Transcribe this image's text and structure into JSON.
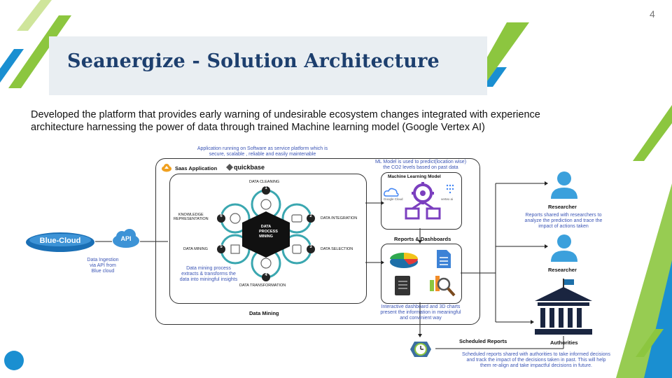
{
  "slide": {
    "page_number": "4",
    "title": "Seanergize - Solution Architecture",
    "description_lines": [
      "Developed the platform that provides early warning of undesirable ecosystem changes integrated with experience",
      "architecture harnessing the power of data through trained Machine learning model (Google Vertex AI)"
    ]
  },
  "diagram": {
    "saas_note_1": "Application running on Software as service platform which is",
    "saas_note_2": "secure, scalable , reliable and easily maintenable",
    "saas_label": "Saas Application",
    "quickbase_label": "quickbase",
    "ml_note_1": "ML Model is used to predict(location wise)",
    "ml_note_2": "the CO2 levels based on past data",
    "ml_title": "Machine Learning Model",
    "google_cloud_label": "Google Cloud",
    "vertex_label": "vertex ai",
    "center_1": "DATA",
    "center_2": "PROCESS",
    "center_3": "MINING",
    "steps": {
      "s1_num": "1",
      "s1": "DATA CLEANING",
      "s2_num": "2",
      "s2": "DATA INTEGRATION",
      "s3_num": "3",
      "s3": "DATA SELECTION",
      "s4_num": "4",
      "s4": "DATA TRANSFORMATION",
      "s5_num": "5",
      "s5": "DATA MINING",
      "s6_num": "6",
      "s6a": "KNOWLEDGE",
      "s6b": "REPRESENTATION"
    },
    "mining_note_1": "Data mining process",
    "mining_note_2": "extracts & transforms the",
    "mining_note_3": "data into miningful insights",
    "data_mining_label": "Data Mining",
    "reports_title": "Reports & Dashboards",
    "dash_note_1": "Interactive dashboard and 3D charts",
    "dash_note_2": "present the information in meaningful",
    "dash_note_3": "and convinient way",
    "blue_cloud_label": "Blue-Cloud",
    "api_label": "API",
    "ingest_1": "Data Ingestion",
    "ingest_2": "via API from",
    "ingest_3": "Blue cloud",
    "researcher_1": "Researcher",
    "researcher_note_1": "Reports shared with researchers to",
    "researcher_note_2": "analyze the prediction and trace the",
    "researcher_note_3": "impact of actions taken",
    "researcher_2": "Researcher",
    "authorities": "Authorities",
    "scheduled_title": "Scheduled Reports",
    "sched_note_1": "Scheduled reports shared with authorities to take informed decisions",
    "sched_note_2": "and track the impact of the decisions taken in past. This will help",
    "sched_note_3": "them re-align and take impactful decisions in future."
  },
  "colors": {
    "title": "#1d3f6e",
    "accent_green": "#8cc63f",
    "accent_blue": "#1a8fd1",
    "note_blue": "#3b55b5",
    "step_teal": "#3aa7b0",
    "ml_purple": "#7b3fbf"
  }
}
